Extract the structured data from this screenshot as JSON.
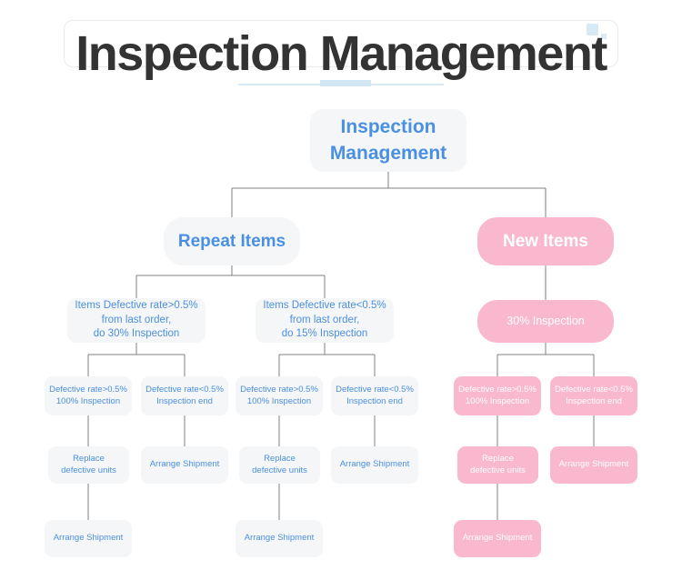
{
  "header": {
    "title": "Inspection Management",
    "decor": {
      "square_large": "#d7e9f5",
      "square_small": "#d7e9f5",
      "accent_line": "#d9eaf4"
    }
  },
  "theme": {
    "grey_node_bg": "#f5f6f7",
    "grey_node_text": "#4a90e2",
    "pink_node_bg": "#f9b8cd",
    "pink_node_text": "#ffffff",
    "connector": "#808080",
    "page_bg": "#ffffff"
  },
  "chart_data": {
    "type": "diagram",
    "title": "Inspection Management",
    "layout": "top-down tree",
    "nodes": [
      {
        "id": "root",
        "label": "Inspection\nManagement",
        "level": 1,
        "style": "grey"
      },
      {
        "id": "repeat",
        "label": "Repeat Items",
        "level": 2,
        "style": "grey"
      },
      {
        "id": "new",
        "label": "New Items",
        "level": 2,
        "style": "pink"
      },
      {
        "id": "r-high",
        "label": "Items Defective rate>0.5%\nfrom last order,\ndo 30% Inspection",
        "level": 3,
        "style": "grey"
      },
      {
        "id": "r-low",
        "label": "Items Defective rate<0.5%\nfrom last order,\ndo 15% Inspection",
        "level": 3,
        "style": "grey"
      },
      {
        "id": "n-30",
        "label": "30% Inspection",
        "level": 3,
        "style": "pink"
      },
      {
        "id": "rh-fail",
        "label": "Defective rate>0.5%\n100% Inspection",
        "level": 4,
        "style": "grey"
      },
      {
        "id": "rh-pass",
        "label": "Defective rate<0.5%\nInspection end",
        "level": 4,
        "style": "grey"
      },
      {
        "id": "rl-fail",
        "label": "Defective rate>0.5%\n100% Inspection",
        "level": 4,
        "style": "grey"
      },
      {
        "id": "rl-pass",
        "label": "Defective rate<0.5%\nInspection end",
        "level": 4,
        "style": "grey"
      },
      {
        "id": "n-fail",
        "label": "Defective rate>0.5%\n100% Inspection",
        "level": 4,
        "style": "pink"
      },
      {
        "id": "n-pass",
        "label": "Defective rate<0.5%\nInspection end",
        "level": 4,
        "style": "pink"
      },
      {
        "id": "rh-replace",
        "label": "Replace\ndefective units",
        "level": 5,
        "style": "grey"
      },
      {
        "id": "rh-ship",
        "label": "Arrange Shipment",
        "level": 5,
        "style": "grey"
      },
      {
        "id": "rl-replace",
        "label": "Replace\ndefective units",
        "level": 5,
        "style": "grey"
      },
      {
        "id": "rl-ship",
        "label": "Arrange Shipment",
        "level": 5,
        "style": "grey"
      },
      {
        "id": "n-replace",
        "label": "Replace\ndefective units",
        "level": 5,
        "style": "pink"
      },
      {
        "id": "n-ship",
        "label": "Arrange Shipment",
        "level": 5,
        "style": "pink"
      },
      {
        "id": "rh-ship2",
        "label": "Arrange Shipment",
        "level": 6,
        "style": "grey"
      },
      {
        "id": "rl-ship2",
        "label": "Arrange Shipment",
        "level": 6,
        "style": "grey"
      },
      {
        "id": "n-ship2",
        "label": "Arrange Shipment",
        "level": 6,
        "style": "pink"
      }
    ],
    "edges": [
      [
        "root",
        "repeat"
      ],
      [
        "root",
        "new"
      ],
      [
        "repeat",
        "r-high"
      ],
      [
        "repeat",
        "r-low"
      ],
      [
        "new",
        "n-30"
      ],
      [
        "r-high",
        "rh-fail"
      ],
      [
        "r-high",
        "rh-pass"
      ],
      [
        "r-low",
        "rl-fail"
      ],
      [
        "r-low",
        "rl-pass"
      ],
      [
        "n-30",
        "n-fail"
      ],
      [
        "n-30",
        "n-pass"
      ],
      [
        "rh-fail",
        "rh-replace"
      ],
      [
        "rh-pass",
        "rh-ship"
      ],
      [
        "rl-fail",
        "rl-replace"
      ],
      [
        "rl-pass",
        "rl-ship"
      ],
      [
        "n-fail",
        "n-replace"
      ],
      [
        "n-pass",
        "n-ship"
      ],
      [
        "rh-replace",
        "rh-ship2"
      ],
      [
        "rl-replace",
        "rl-ship2"
      ],
      [
        "n-replace",
        "n-ship2"
      ]
    ]
  },
  "nodes": {
    "root": {
      "line1": "Inspection",
      "line2": "Management"
    },
    "repeat": {
      "label": "Repeat Items"
    },
    "new": {
      "label": "New Items"
    },
    "r_high": {
      "line1": "Items Defective rate>0.5%",
      "line2": "from last order,",
      "line3": "do 30% Inspection"
    },
    "r_low": {
      "line1": "Items Defective rate<0.5%",
      "line2": "from last order,",
      "line3": "do 15% Inspection"
    },
    "n_30": {
      "label": "30% Inspection"
    },
    "rh_fail": {
      "line1": "Defective rate>0.5%",
      "line2": "100% Inspection"
    },
    "rh_pass": {
      "line1": "Defective rate<0.5%",
      "line2": "Inspection end"
    },
    "rl_fail": {
      "line1": "Defective rate>0.5%",
      "line2": "100% Inspection"
    },
    "rl_pass": {
      "line1": "Defective rate<0.5%",
      "line2": "Inspection end"
    },
    "n_fail": {
      "line1": "Defective rate>0.5%",
      "line2": "100% Inspection"
    },
    "n_pass": {
      "line1": "Defective rate<0.5%",
      "line2": "Inspection end"
    },
    "rh_replace": {
      "line1": "Replace",
      "line2": "defective units"
    },
    "rh_ship": {
      "label": "Arrange Shipment"
    },
    "rl_replace": {
      "line1": "Replace",
      "line2": "defective units"
    },
    "rl_ship": {
      "label": "Arrange Shipment"
    },
    "n_replace": {
      "line1": "Replace",
      "line2": "defective units"
    },
    "n_ship": {
      "label": "Arrange Shipment"
    },
    "rh_ship2": {
      "label": "Arrange Shipment"
    },
    "rl_ship2": {
      "label": "Arrange Shipment"
    },
    "n_ship2": {
      "label": "Arrange Shipment"
    }
  }
}
